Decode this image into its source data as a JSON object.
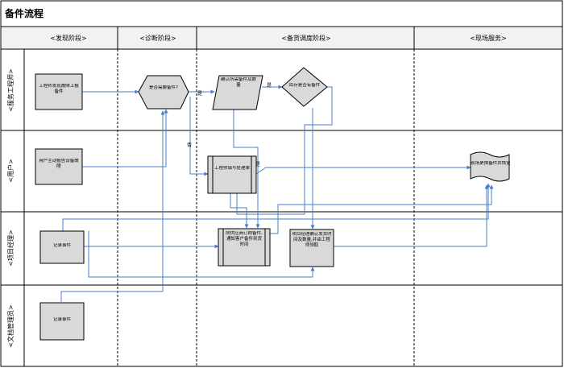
{
  "title": "备件流程",
  "columns": [
    {
      "id": "discover",
      "label": "<发现阶段>"
    },
    {
      "id": "diagnose",
      "label": "<诊断阶段>"
    },
    {
      "id": "dispatch",
      "label": "<备货调度阶段>"
    },
    {
      "id": "onsite",
      "label": "<现场服务>"
    }
  ],
  "lanes": [
    {
      "id": "engineer",
      "label": "<服务工程师>"
    },
    {
      "id": "customer",
      "label": "<用户>"
    },
    {
      "id": "pm",
      "label": "<项目经理>"
    },
    {
      "id": "docs",
      "label": "<文档管理员>"
    }
  ],
  "nodes": {
    "n_engineer_report": "工程师发现故障上报备件",
    "n_need_parts": "是否需要备件?",
    "n_confirm": "确认所需备件及数量",
    "n_stock": "库存是否有备件",
    "n_customer_report": "用户主动报告设备故障",
    "n_ticket": "工程师填写处理单",
    "n_onsite": "现场更换备件并恢复",
    "n_record_pm": "记录事件",
    "n_pm_order": "向供应商订购备件,通知客户备件到货时间",
    "n_pm_ship": "项目经理确认发货时间及数量,并由工程师领取",
    "n_record_doc": "记录事件"
  },
  "edges": {
    "yes": "是",
    "no": "否"
  },
  "colors": {
    "border": "#000000",
    "arrow": "#4a7cc9",
    "node_fill": "#d9d9d9",
    "header_fill": "#f2f2f2"
  }
}
